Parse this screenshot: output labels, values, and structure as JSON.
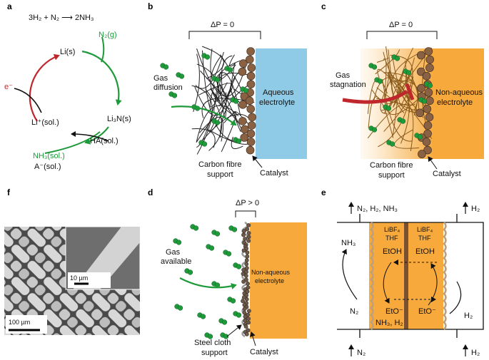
{
  "panels": {
    "a": {
      "label": "a",
      "reaction": "3H₂ + N₂ ⟶ 2NH₃",
      "species": {
        "li": "Li(s)",
        "n2": "N₂(g)",
        "li3n": "Li₃N(s)",
        "li_plus": "Li⁺(sol.)",
        "ha": "HA(sol.)",
        "nh3": "NH₃(sol.)",
        "a_minus": "A⁻(sol.)",
        "electron": "e⁻"
      }
    },
    "b": {
      "label": "b",
      "pressure": "ΔP = 0",
      "gas": [
        "Gas",
        "diffusion"
      ],
      "electrolyte": [
        "Aqueous",
        "electrolyte"
      ],
      "support": [
        "Carbon fibre",
        "support"
      ],
      "catalyst": "Catalyst"
    },
    "c": {
      "label": "c",
      "pressure": "ΔP = 0",
      "gas": [
        "Gas",
        "stagnation"
      ],
      "electrolyte": [
        "Non-aqueous",
        "electrolyte"
      ],
      "support": [
        "Carbon fibre",
        "support"
      ],
      "catalyst": "Catalyst"
    },
    "d": {
      "label": "d",
      "pressure": "ΔP > 0",
      "gas": [
        "Gas",
        "available"
      ],
      "electrolyte": [
        "Non-aqueous",
        "electrolyte"
      ],
      "support": [
        "Steel cloth",
        "support"
      ],
      "catalyst": "Catalyst"
    },
    "e": {
      "label": "e",
      "out_left": "N₂, H₂, NH₃",
      "out_right": "H₂",
      "in_left": "N₂",
      "in_right": "H₂",
      "nh3": "NH₃",
      "n2": "N₂",
      "h2": "H₂",
      "salt": [
        "LiBF₄",
        "THF"
      ],
      "etoh": "EtOH",
      "eto_minus": "EtO⁻",
      "products": "NH₃, H₂"
    },
    "f": {
      "label": "f",
      "scale_inset": "10 µm",
      "scale_main": "100 µm"
    }
  },
  "colors": {
    "green": "#1e9a3a",
    "red": "#c0272d",
    "blue": "#8fcbe6",
    "orange": "#f7a93b",
    "brown": "#8a6143",
    "catalyst_dark": "#6b5a4c"
  }
}
